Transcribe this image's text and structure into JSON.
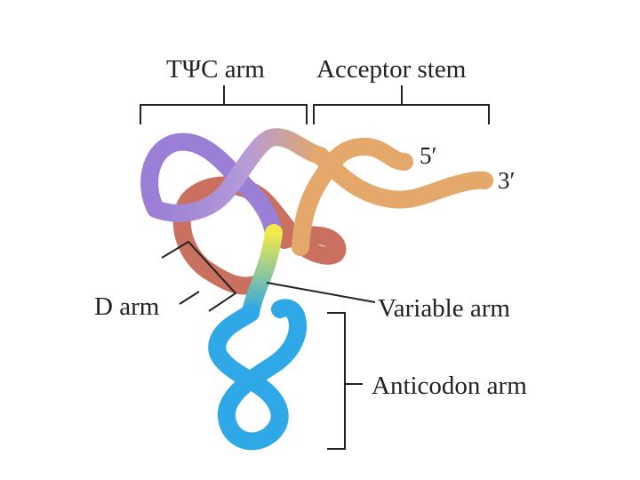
{
  "labels": {
    "tpsic_arm": "TΨC arm",
    "acceptor_stem": "Acceptor stem",
    "five_prime": "5′",
    "three_prime": "3′",
    "d_arm": "D arm",
    "variable_arm": "Variable arm",
    "anticodon_arm": "Anticodon arm"
  },
  "colors": {
    "tpsic_arm": "#9b7fd6",
    "acceptor_stem": "#e3a86a",
    "d_arm": "#c9705e",
    "variable_arm": "#f2ea4a",
    "anticodon_arm": "#2ea8e6",
    "line": "#222222"
  }
}
